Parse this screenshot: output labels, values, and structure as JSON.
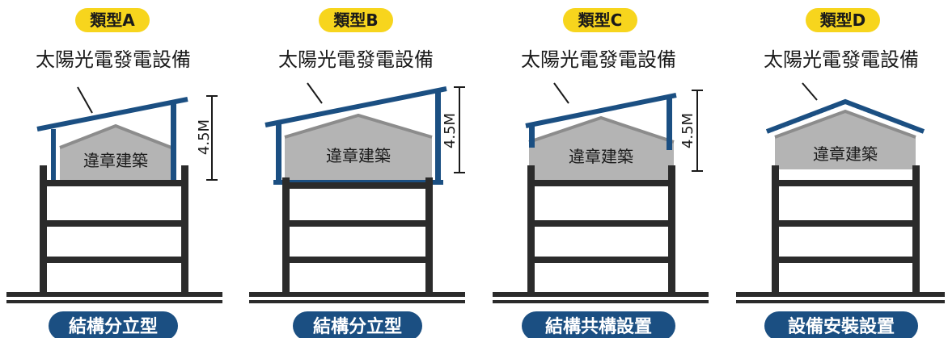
{
  "colors": {
    "type_badge": "#f7d51d",
    "bottom_badge": "#1b4f82",
    "panel_blue": "#1b4f82",
    "building_dark": "#2b2b2b",
    "illegal_gray": "#b4b4b4",
    "ridge_gray": "#8c8c8c",
    "text_dark": "#1a1a1a"
  },
  "panels": [
    {
      "type_label": "類型A",
      "solar_label": "太陽光電發電設備",
      "illegal_label": "違章建築",
      "height_label": "4.5M",
      "structure_label": "結構分立型"
    },
    {
      "type_label": "類型B",
      "solar_label": "太陽光電發電設備",
      "illegal_label": "違章建築",
      "height_label": "4.5M",
      "structure_label": "結構分立型"
    },
    {
      "type_label": "類型C",
      "solar_label": "太陽光電發電設備",
      "illegal_label": "違章建築",
      "height_label": "4.5M",
      "structure_label": "結構共構設置"
    },
    {
      "type_label": "類型D",
      "solar_label": "太陽光電發電設備",
      "illegal_label": "違章建築",
      "structure_label": "設備安裝設置"
    }
  ]
}
